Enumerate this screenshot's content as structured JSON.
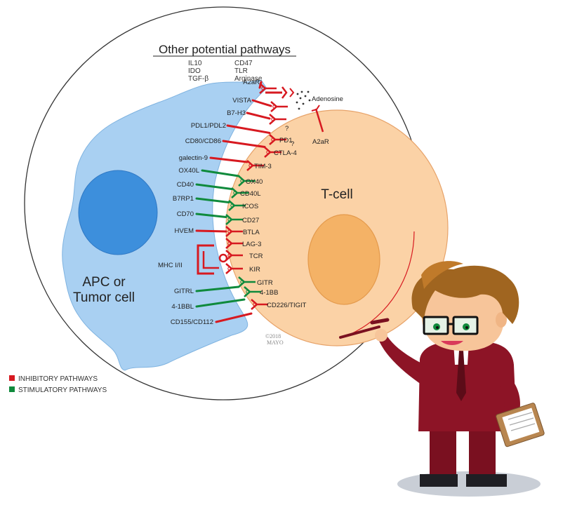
{
  "title": "Other potential pathways",
  "other_pathways": [
    "IL10",
    "IDO",
    "TGF-β",
    "CD47",
    "TLR",
    "Arginase"
  ],
  "apc_label_line1": "APC or",
  "apc_label_line2": "Tumor cell",
  "tcell_label": "T-cell",
  "adenosine_label": "Adenosine",
  "a2ar_tcell_label": "A2aR",
  "question_mark": "?",
  "copyright_line1": "©2018",
  "copyright_line2": "MAYO",
  "mhc_label": "MHC I/II",
  "legend": [
    {
      "label": "INHIBITORY PATHWAYS",
      "color": "#d71920"
    },
    {
      "label": "STIMULATORY PATHWAYS",
      "color": "#0f8a3c"
    }
  ],
  "colors": {
    "inhibitory": "#d71920",
    "stimulatory": "#0f8a3c",
    "apc_fill": "#a9d0f2",
    "apc_nucleus": "#3d8fdc",
    "tcell_fill": "#fbd2a6",
    "tcell_nucleus": "#f4b266"
  },
  "pairs": [
    {
      "ligand": "A2aR",
      "receptor": "",
      "type": "inhibitory"
    },
    {
      "ligand": "VISTA",
      "receptor": "",
      "type": "inhibitory"
    },
    {
      "ligand": "B7-H3",
      "receptor": "",
      "type": "inhibitory"
    },
    {
      "ligand": "PDL1/PDL2",
      "receptor": "PD1",
      "type": "inhibitory"
    },
    {
      "ligand": "CD80/CD86",
      "receptor": "CTLA-4",
      "type": "inhibitory"
    },
    {
      "ligand": "galectin-9",
      "receptor": "TIM-3",
      "type": "inhibitory"
    },
    {
      "ligand": "OX40L",
      "receptor": "OX40",
      "type": "stimulatory"
    },
    {
      "ligand": "CD40",
      "receptor": "CD40L",
      "type": "stimulatory"
    },
    {
      "ligand": "B7RP1",
      "receptor": "ICOS",
      "type": "stimulatory"
    },
    {
      "ligand": "CD70",
      "receptor": "CD27",
      "type": "stimulatory"
    },
    {
      "ligand": "HVEM",
      "receptor": "BTLA",
      "type": "inhibitory"
    },
    {
      "ligand": "",
      "receptor": "LAG-3",
      "type": "inhibitory"
    },
    {
      "ligand": "",
      "receptor": "TCR",
      "type": "inhibitory"
    },
    {
      "ligand": "",
      "receptor": "KIR",
      "type": "inhibitory"
    },
    {
      "ligand": "GITRL",
      "receptor": "GITR",
      "type": "stimulatory"
    },
    {
      "ligand": "4-1BBL",
      "receptor": "4-1BB",
      "type": "stimulatory"
    },
    {
      "ligand": "CD155/CD112",
      "receptor": "CD226/TIGIT",
      "type": "inhibitory"
    }
  ]
}
